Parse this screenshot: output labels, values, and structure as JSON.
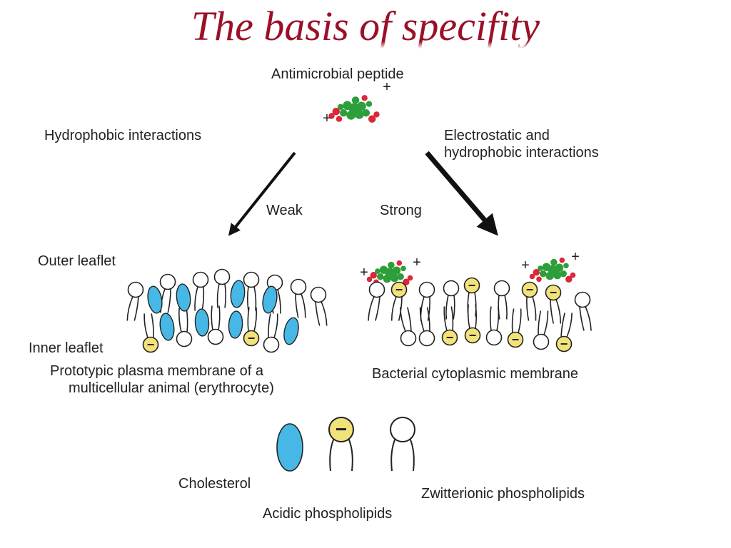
{
  "title": "The basis of specifity",
  "labels": {
    "peptide": "Antimicrobial peptide",
    "hydrophobic": "Hydrophobic interactions",
    "electrostatic_1": "Electrostatic and",
    "electrostatic_2": "hydrophobic interactions",
    "weak": "Weak",
    "strong": "Strong",
    "outer_leaflet": "Outer leaflet",
    "inner_leaflet": "Inner leaflet",
    "animal_membrane_1": "Prototypic plasma membrane of a",
    "animal_membrane_2": "multicellular animal (erythrocyte)",
    "bacterial_membrane": "Bacterial cytoplasmic membrane",
    "cholesterol": "Cholesterol",
    "acidic": "Acidic phospholipids",
    "zwitterionic": "Zwitterionic phospholipids"
  },
  "symbols": {
    "plus": "+",
    "minus": "−"
  },
  "colors": {
    "title": "#9b1028",
    "cholesterol": "#47b8e6",
    "acidic_head": "#f2e27a",
    "zwitterionic_head": "#ffffff",
    "peptide_hydrophobic": "#2e9e3a",
    "peptide_charged": "#d8283a",
    "ink": "#222222"
  }
}
